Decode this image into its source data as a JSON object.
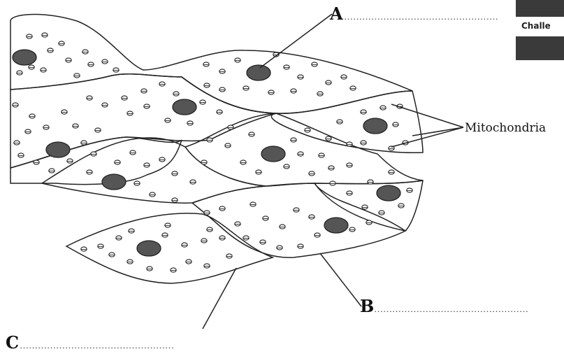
{
  "labels": {
    "a": "A",
    "b": "B",
    "c": "C",
    "mitochondria": "Mitochondria",
    "blank_a": "……………………………………………",
    "blank_b": "……………………………………………",
    "blank_c": "……………………………………………"
  },
  "corner_badge": {
    "text": "Challe"
  },
  "colors": {
    "outline": "#222222",
    "nucleus": "#555555",
    "badge": "#3a3a3a"
  }
}
